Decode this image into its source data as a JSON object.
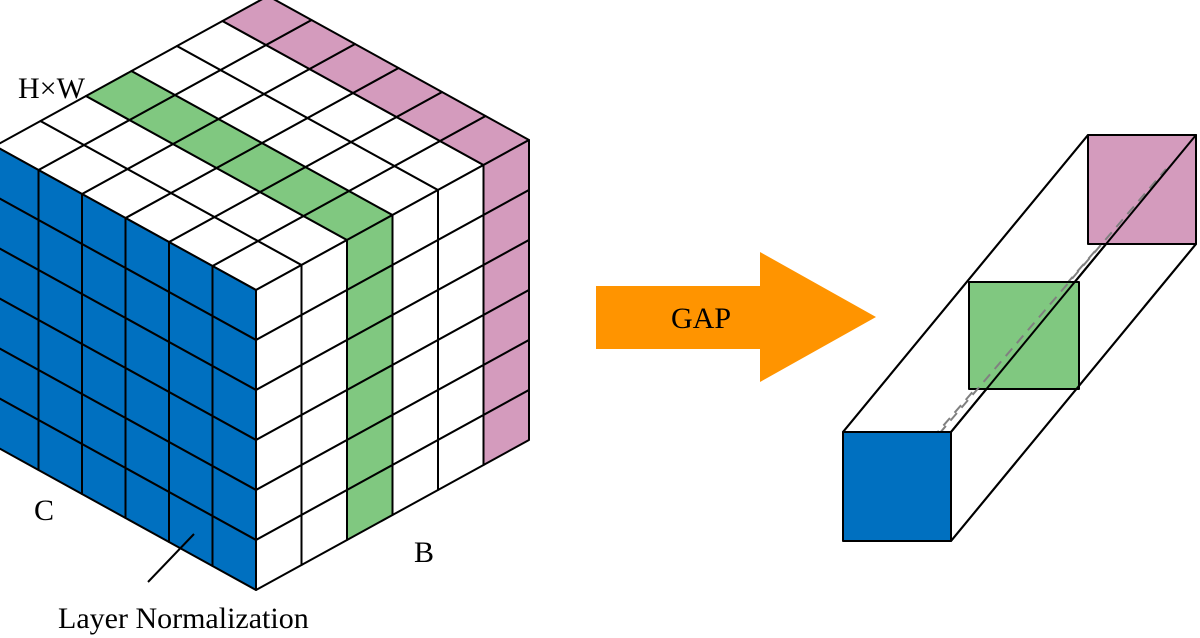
{
  "labels": {
    "hw": "H×W",
    "c": "C",
    "b": "B",
    "layer_norm": "Layer Normalization",
    "gap": "GAP"
  },
  "colors": {
    "blue": "#0070c0",
    "green": "#80c880",
    "pink": "#d49bbd",
    "orange": "#ff9400",
    "line": "#000000",
    "white": "#ffffff",
    "dash": "#808080"
  },
  "cube": {
    "grid": 6,
    "top_face": {
      "green_column": 2,
      "pink_column": 5
    },
    "right_face": {
      "green_column": 2,
      "pink_column": 5
    }
  }
}
